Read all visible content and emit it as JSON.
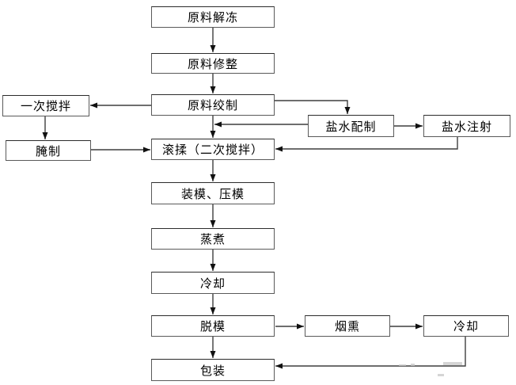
{
  "diagram": {
    "type": "flowchart",
    "background": "#ffffff",
    "colors": {
      "box_fill": "#ffffff",
      "box_border": "#5a5a5a",
      "line": "#3f3f3f",
      "arrowhead": "#111111",
      "text": "#000000"
    },
    "nodes": {
      "thaw": {
        "label": "原料解冻"
      },
      "trim": {
        "label": "原料修整"
      },
      "grind": {
        "label": "原料绞制"
      },
      "stir1": {
        "label": "一次搅拌"
      },
      "marinate": {
        "label": "腌制"
      },
      "tumble": {
        "label": "滚揉（二次搅拌）"
      },
      "brine_prep": {
        "label": "盐水配制"
      },
      "brine_inject": {
        "label": "盐水注射"
      },
      "mold": {
        "label": "装模、压模"
      },
      "steam": {
        "label": "蒸煮"
      },
      "cool1": {
        "label": "冷却"
      },
      "demold": {
        "label": "脱模"
      },
      "smoke": {
        "label": "烟熏"
      },
      "cool2": {
        "label": "冷却"
      },
      "pack": {
        "label": "包装"
      }
    },
    "edges": [
      {
        "from": "thaw",
        "to": "trim"
      },
      {
        "from": "trim",
        "to": "grind"
      },
      {
        "from": "grind",
        "to": "stir1"
      },
      {
        "from": "stir1",
        "to": "marinate"
      },
      {
        "from": "marinate",
        "to": "tumble"
      },
      {
        "from": "grind",
        "to": "brine_prep"
      },
      {
        "from": "brine_prep",
        "to": "brine_inject"
      },
      {
        "from": "brine_prep",
        "to": "tumble"
      },
      {
        "from": "grind",
        "to": "tumble"
      },
      {
        "from": "brine_inject",
        "to": "tumble"
      },
      {
        "from": "tumble",
        "to": "mold"
      },
      {
        "from": "mold",
        "to": "steam"
      },
      {
        "from": "steam",
        "to": "cool1"
      },
      {
        "from": "cool1",
        "to": "demold"
      },
      {
        "from": "demold",
        "to": "smoke"
      },
      {
        "from": "smoke",
        "to": "cool2"
      },
      {
        "from": "demold",
        "to": "pack"
      },
      {
        "from": "cool2",
        "to": "pack"
      }
    ]
  }
}
